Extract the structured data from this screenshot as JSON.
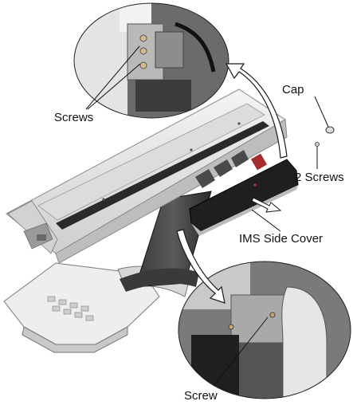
{
  "labels": {
    "screws_top": "Screws",
    "cap": "Cap",
    "two_screws": "2 Screws",
    "side_cover": "IMS Side Cover",
    "screw_bottom": "Screw"
  },
  "colors": {
    "device_body": "#e9e9e9",
    "device_shadow": "#bdbdbd",
    "dark_channel": "#2a2a2a",
    "cover_dark": "#1f1f1f",
    "arrow_outline": "#1a1a1a",
    "photo_bg_top": "#6b6b6b",
    "photo_bg_bottom": "#7a7a7a"
  },
  "icons": [
    "curved-arrow-up",
    "curved-arrow-down",
    "removal-arrow"
  ]
}
